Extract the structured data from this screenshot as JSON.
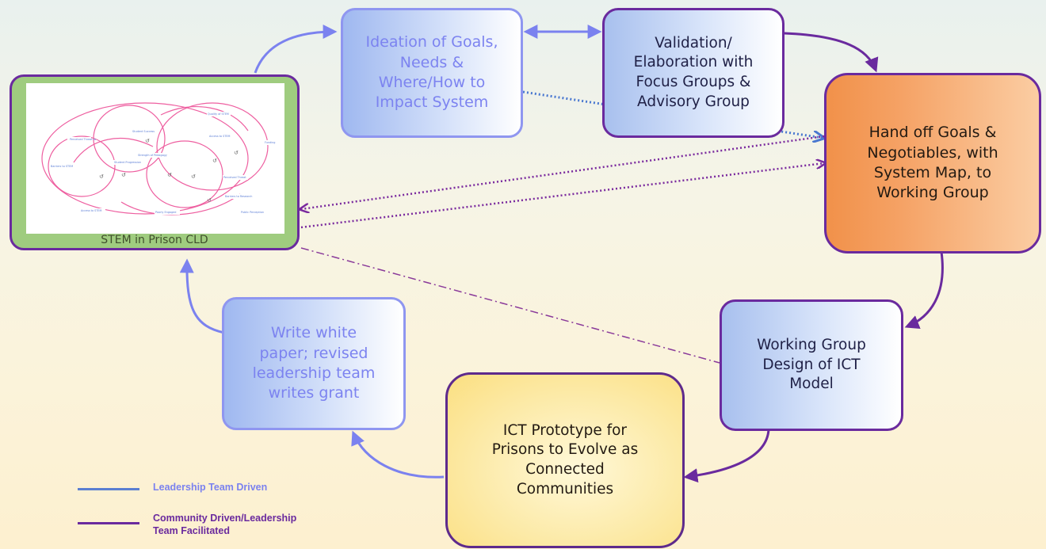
{
  "nodes": {
    "ideation": "Ideation of Goals,\nNeeds &\nWhere/How to\nImpact System",
    "validation": "Validation/\nElaboration with\nFocus Groups &\nAdvisory Group",
    "handoff": "Hand off Goals &\nNegotiables, with\nSystem Map, to\nWorking Group",
    "working_group": "Working Group\nDesign of ICT\nModel",
    "prototype": "ICT Prototype for\nPrisons to Evolve as\nConnected\nCommunities",
    "white_paper": "Write white\npaper; revised\nleadership team\nwrites grant",
    "cld_label": "STEM in Prison CLD"
  },
  "legend": {
    "leadership": "Leadership Team Driven",
    "community": "Community Driven/Leadership\nTeam Facilitated"
  },
  "colors": {
    "leadership": "#7b82ef",
    "community": "#6a2a9e",
    "dotted_blue": "#6c8fd8",
    "dashdot": "#8a3a9a"
  }
}
